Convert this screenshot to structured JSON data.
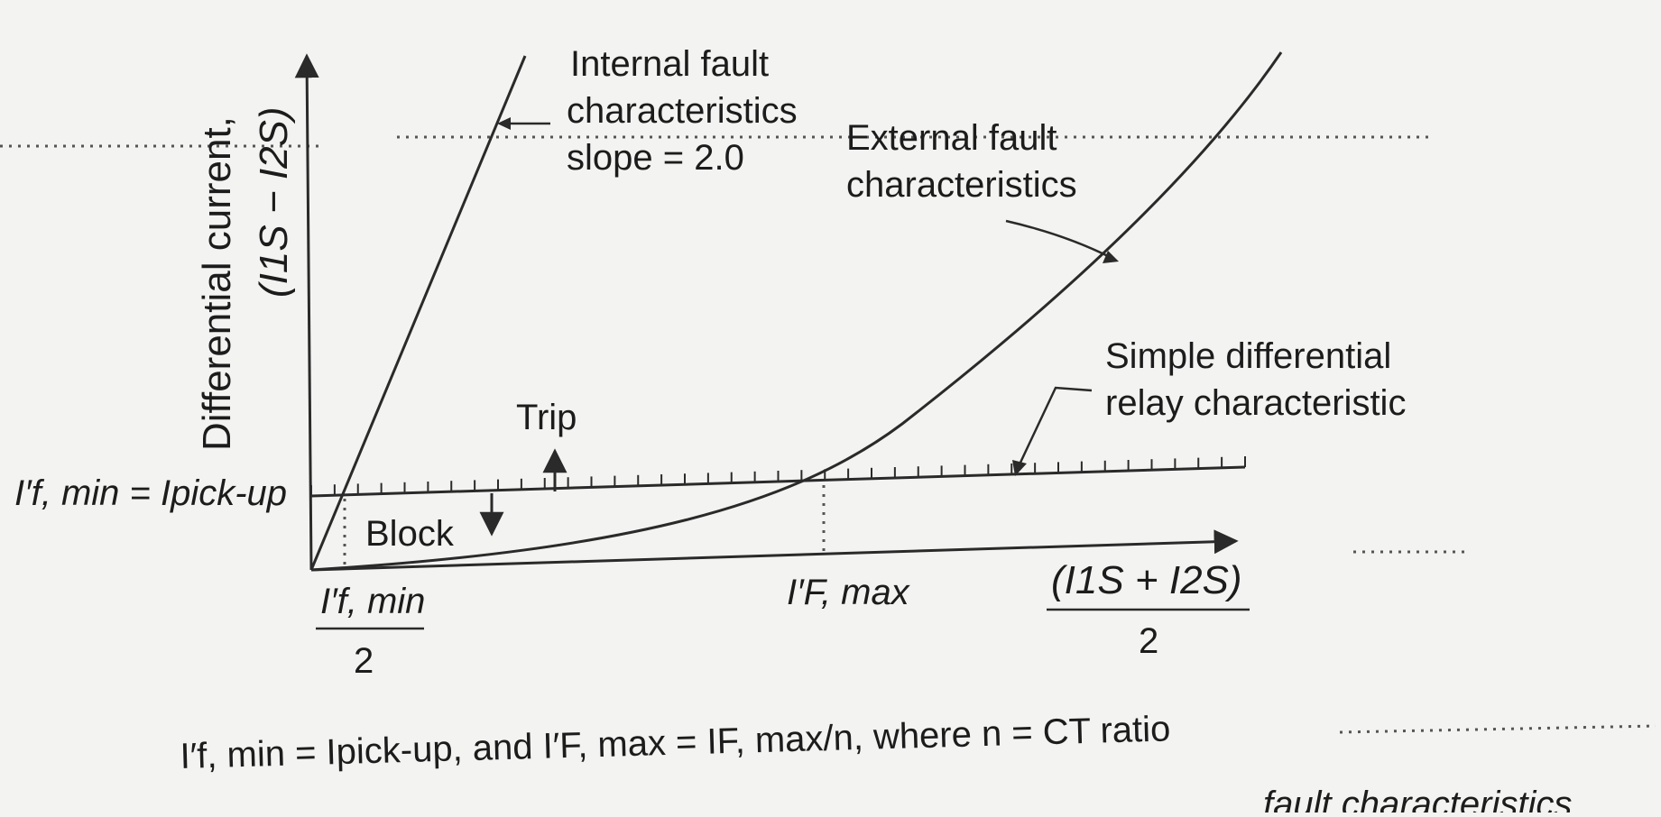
{
  "axes": {
    "y_label_line1": "Differential current,",
    "y_label_line2": "(I1S − I2S)",
    "x_label_num": "(I1S + I2S)",
    "x_label_den": "2"
  },
  "curves": {
    "internal": {
      "line1": "Internal fault",
      "line2": "characteristics",
      "line3": "slope = 2.0"
    },
    "external": {
      "line1": "External fault",
      "line2": "characteristics"
    },
    "relay": {
      "line1": "Simple differential",
      "line2": "relay characteristic"
    }
  },
  "regions": {
    "trip": "Trip",
    "block": "Block"
  },
  "markers": {
    "pickup_main": "I′f, min = Ipick-up",
    "x_tick_left_num": "I′f, min",
    "x_tick_left_den": "2",
    "x_tick_mid": "I′F, max"
  },
  "footnote": "I′f, min = Ipick-up, and I′F, max = IF, max/n, where n = CT ratio",
  "caption_partial": "fault characteristics"
}
